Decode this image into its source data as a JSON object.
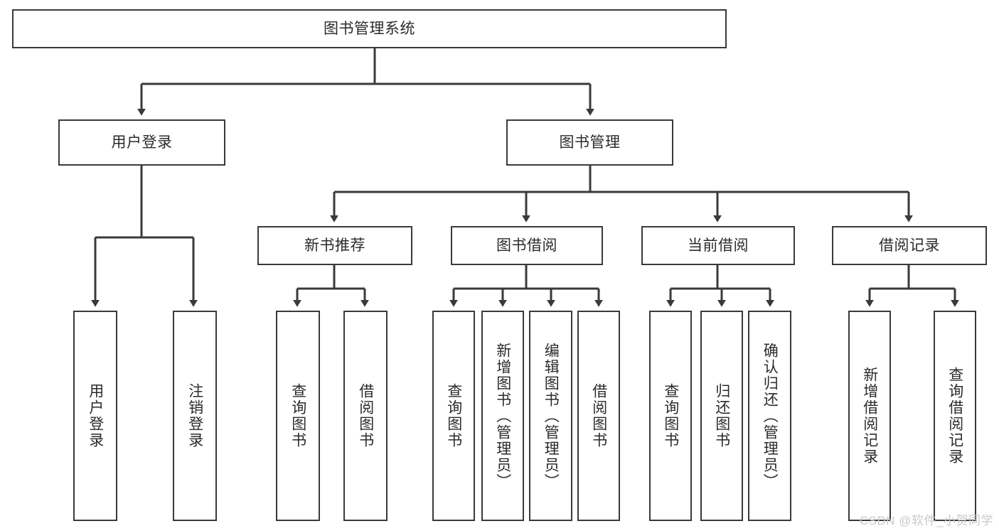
{
  "diagram": {
    "title": "图书管理系统",
    "type": "hierarchy-tree",
    "watermark": "CSDN @软件_小贺同学",
    "colors": {
      "box_border": "#3a3a3a",
      "box_fill": "#ffffff",
      "connector": "#3a3a3a",
      "text": "#2b2b2b",
      "watermark": "#c9c9c9"
    },
    "root": {
      "label": "图书管理系统"
    },
    "level2": [
      {
        "label": "用户登录"
      },
      {
        "label": "图书管理"
      }
    ],
    "level3": [
      {
        "label": "新书推荐"
      },
      {
        "label": "图书借阅"
      },
      {
        "label": "当前借阅"
      },
      {
        "label": "借阅记录"
      }
    ],
    "leaves": {
      "user_login": [
        {
          "label": "用户登录"
        },
        {
          "label": "注销登录"
        }
      ],
      "new_book_recommend": [
        {
          "label": "查询图书"
        },
        {
          "label": "借阅图书"
        }
      ],
      "book_borrow": [
        {
          "label": "查询图书"
        },
        {
          "label": "新增图书（管理员）"
        },
        {
          "label": "编辑图书（管理员）"
        },
        {
          "label": "借阅图书"
        }
      ],
      "current_borrow": [
        {
          "label": "查询图书"
        },
        {
          "label": "归还图书"
        },
        {
          "label": "确认归还（管理员）"
        }
      ],
      "borrow_records": [
        {
          "label": "新增借阅记录"
        },
        {
          "label": "查询借阅记录"
        }
      ]
    }
  }
}
